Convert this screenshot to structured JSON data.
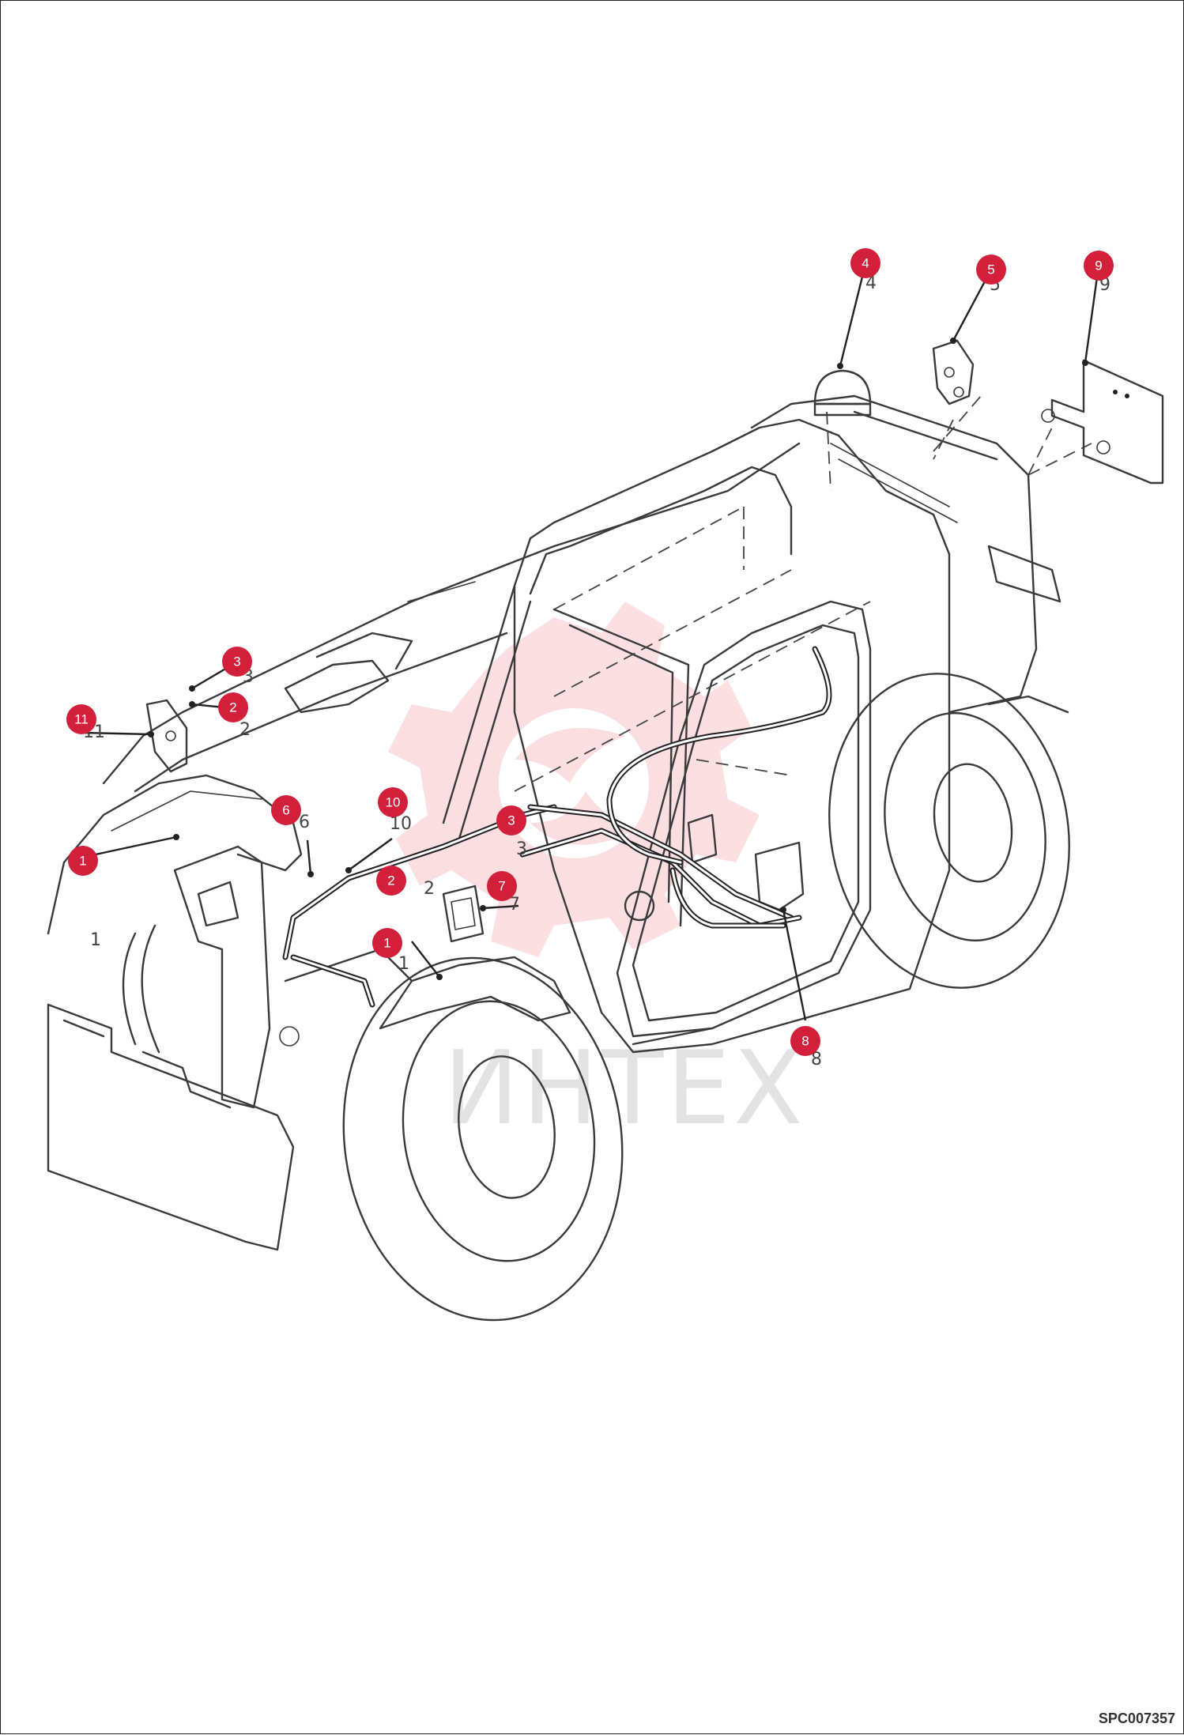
{
  "callouts": [
    {
      "id": "c4",
      "number": "4"
    },
    {
      "id": "c5",
      "number": "5"
    },
    {
      "id": "c9",
      "number": "9"
    },
    {
      "id": "c3a",
      "number": "3"
    },
    {
      "id": "c2a",
      "number": "2"
    },
    {
      "id": "c11",
      "number": "11"
    },
    {
      "id": "c6",
      "number": "6"
    },
    {
      "id": "c10",
      "number": "10"
    },
    {
      "id": "c3b",
      "number": "3"
    },
    {
      "id": "c1a",
      "number": "1"
    },
    {
      "id": "c2b",
      "number": "2"
    },
    {
      "id": "c7",
      "number": "7"
    },
    {
      "id": "c1b",
      "number": "1"
    },
    {
      "id": "c8",
      "number": "8"
    }
  ],
  "watermark": {
    "text": "ИНТЕХ"
  },
  "drawing_code": "SPC007357"
}
